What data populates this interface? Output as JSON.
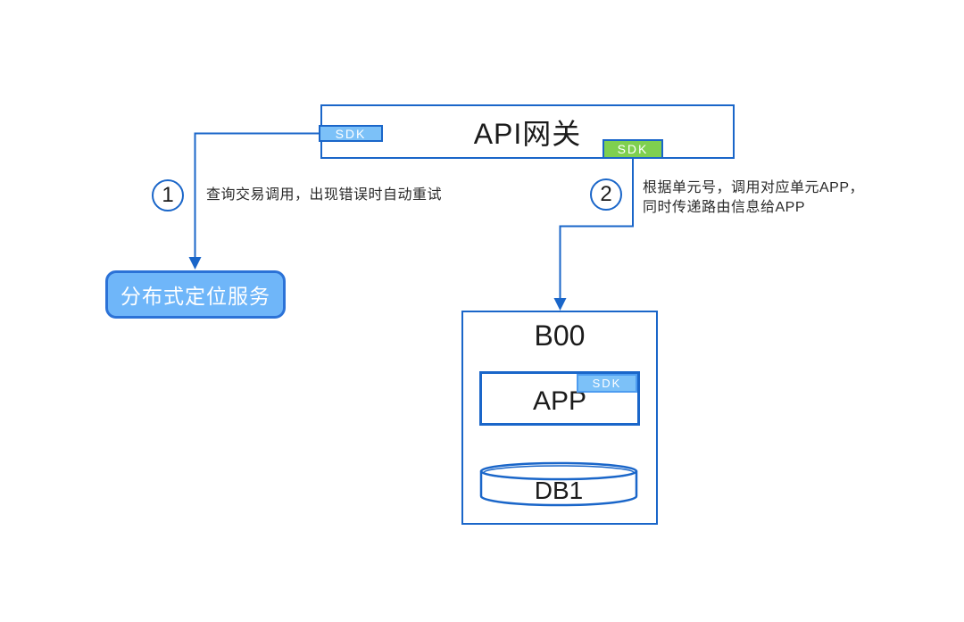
{
  "gateway": {
    "title": "API网关",
    "sdk_left_label": "SDK",
    "sdk_bottom_label": "SDK"
  },
  "steps": [
    {
      "number": "1",
      "text": "查询交易调用，出现错误时自动重试"
    },
    {
      "number": "2",
      "text_line1": "根据单元号，调用对应单元APP，",
      "text_line2": "同时传递路由信息给APP"
    }
  ],
  "location_service": {
    "label": "分布式定位服务"
  },
  "unit": {
    "title": "B00",
    "app_label": "APP",
    "app_sdk_label": "SDK",
    "db_label": "DB1"
  },
  "colors": {
    "line_blue": "#1A66C9",
    "sdk_light_blue_fill": "#7CC1F8",
    "sdk_green_fill": "#7FD04F",
    "service_fill": "#6FB6F9",
    "service_border": "#2B72D7",
    "text_dark": "#1B1B1B",
    "text_white": "#FFFFFF"
  }
}
